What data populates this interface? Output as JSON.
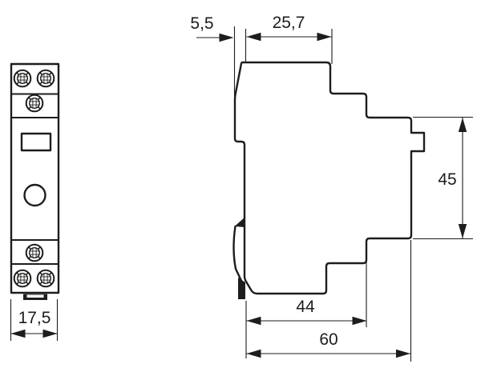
{
  "drawing": {
    "colors": {
      "ink": "#1d1d1b",
      "paper": "#ffffff"
    },
    "dimensions": {
      "din_clip_offset": {
        "label": "5,5"
      },
      "upper_body_depth": {
        "label": "25,7"
      },
      "body_height": {
        "label": "45"
      },
      "lower_body_depth": {
        "label": "44"
      },
      "overall_depth": {
        "label": "60"
      },
      "module_width": {
        "label": "17,5"
      }
    }
  }
}
